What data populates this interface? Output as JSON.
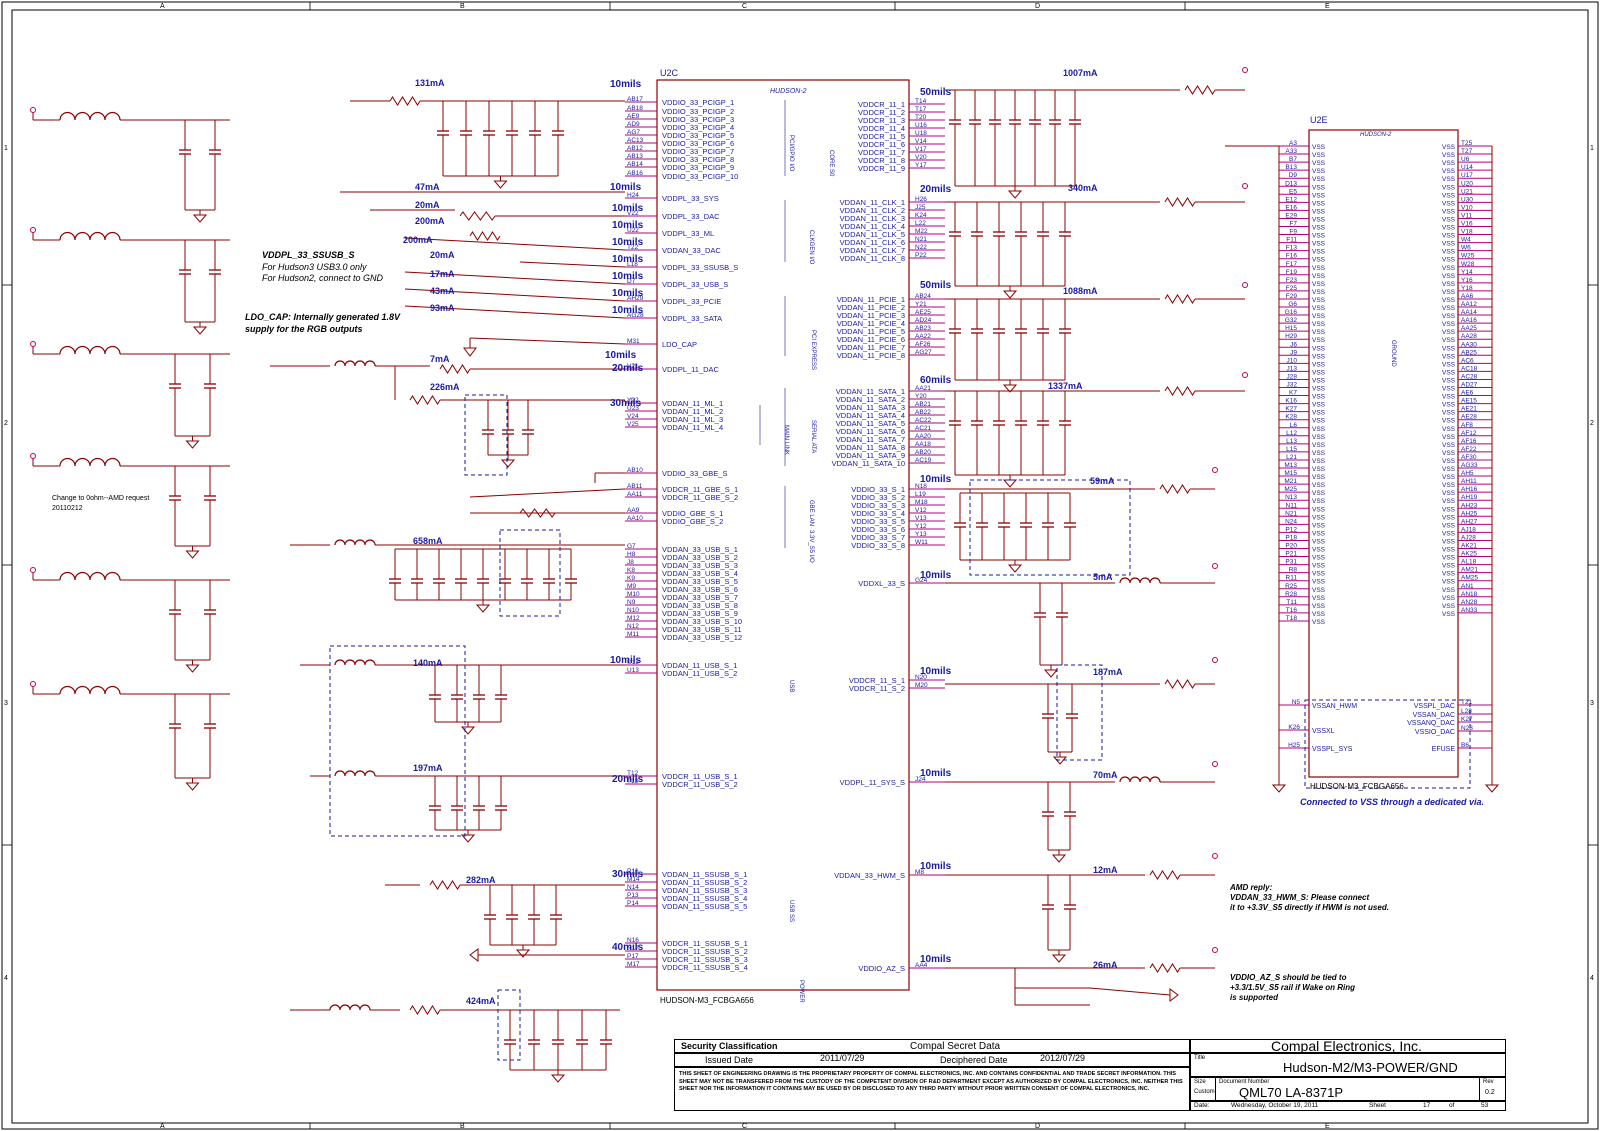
{
  "border": {
    "cols": [
      "A",
      "B",
      "C",
      "D",
      "E"
    ],
    "rows": [
      "1",
      "2",
      "3",
      "4"
    ]
  },
  "chips": {
    "u2c": {
      "ref": "U2C",
      "vendor": "HUDSON-2",
      "part": "HUDSON-M3_FCBGA656",
      "left_pins": [
        {
          "ball": "AB17",
          "name": "VDDIO_33_PCIGP_1"
        },
        {
          "ball": "AB18",
          "name": "VDDIO_33_PCIGP_2"
        },
        {
          "ball": "AE9",
          "name": "VDDIO_33_PCIGP_3"
        },
        {
          "ball": "AD9",
          "name": "VDDIO_33_PCIGP_4"
        },
        {
          "ball": "AG7",
          "name": "VDDIO_33_PCIGP_5"
        },
        {
          "ball": "AC13",
          "name": "VDDIO_33_PCIGP_6"
        },
        {
          "ball": "AB12",
          "name": "VDDIO_33_PCIGP_7"
        },
        {
          "ball": "AB13",
          "name": "VDDIO_33_PCIGP_8"
        },
        {
          "ball": "AB14",
          "name": "VDDIO_33_PCIGP_9"
        },
        {
          "ball": "AB16",
          "name": "VDDIO_33_PCIGP_10"
        },
        {
          "ball": "H24",
          "name": "VDDPL_33_SYS"
        },
        {
          "ball": "V22",
          "name": "VDDPL_33_DAC"
        },
        {
          "ball": "U22",
          "name": "VDDPL_33_ML"
        },
        {
          "ball": "T22",
          "name": "VDDAN_33_DAC"
        },
        {
          "ball": "L18",
          "name": "VDDPL_33_SSUSB_S"
        },
        {
          "ball": "D7",
          "name": "VDDPL_33_USB_S"
        },
        {
          "ball": "AH29",
          "name": "VDDPL_33_PCIE"
        },
        {
          "ball": "AG28",
          "name": "VDDPL_33_SATA"
        },
        {
          "ball": "M31",
          "name": "LDO_CAP"
        },
        {
          "ball": "V21",
          "name": "VDDPL_11_DAC"
        },
        {
          "ball": "Y22",
          "name": "VDDAN_11_ML_1"
        },
        {
          "ball": "U23",
          "name": "VDDAN_11_ML_2"
        },
        {
          "ball": "V24",
          "name": "VDDAN_11_ML_3"
        },
        {
          "ball": "V25",
          "name": "VDDAN_11_ML_4"
        },
        {
          "ball": "AB10",
          "name": "VDDIO_33_GBE_S"
        },
        {
          "ball": "AB11",
          "name": "VDDCR_11_GBE_S_1"
        },
        {
          "ball": "AA11",
          "name": "VDDCR_11_GBE_S_2"
        },
        {
          "ball": "AA9",
          "name": "VDDIO_GBE_S_1"
        },
        {
          "ball": "AA10",
          "name": "VDDIO_GBE_S_2"
        },
        {
          "ball": "G7",
          "name": "VDDAN_33_USB_S_1"
        },
        {
          "ball": "H8",
          "name": "VDDAN_33_USB_S_2"
        },
        {
          "ball": "J8",
          "name": "VDDAN_33_USB_S_3"
        },
        {
          "ball": "K8",
          "name": "VDDAN_33_USB_S_4"
        },
        {
          "ball": "K9",
          "name": "VDDAN_33_USB_S_5"
        },
        {
          "ball": "M9",
          "name": "VDDAN_33_USB_S_6"
        },
        {
          "ball": "M10",
          "name": "VDDAN_33_USB_S_7"
        },
        {
          "ball": "N9",
          "name": "VDDAN_33_USB_S_8"
        },
        {
          "ball": "N10",
          "name": "VDDAN_33_USB_S_9"
        },
        {
          "ball": "M12",
          "name": "VDDAN_33_USB_S_10"
        },
        {
          "ball": "N12",
          "name": "VDDAN_33_USB_S_11"
        },
        {
          "ball": "M11",
          "name": "VDDAN_33_USB_S_12"
        },
        {
          "ball": "U12",
          "name": "VDDAN_11_USB_S_1"
        },
        {
          "ball": "U13",
          "name": "VDDAN_11_USB_S_2"
        },
        {
          "ball": "T12",
          "name": "VDDCR_11_USB_S_1"
        },
        {
          "ball": "T13",
          "name": "VDDCR_11_USB_S_2"
        },
        {
          "ball": "P16",
          "name": "VDDAN_11_SSUSB_S_1"
        },
        {
          "ball": "M14",
          "name": "VDDAN_11_SSUSB_S_2"
        },
        {
          "ball": "N14",
          "name": "VDDAN_11_SSUSB_S_3"
        },
        {
          "ball": "P13",
          "name": "VDDAN_11_SSUSB_S_4"
        },
        {
          "ball": "P14",
          "name": "VDDAN_11_SSUSB_S_5"
        },
        {
          "ball": "N16",
          "name": "VDDCR_11_SSUSB_S_1"
        },
        {
          "ball": "N17",
          "name": "VDDCR_11_SSUSB_S_2"
        },
        {
          "ball": "P17",
          "name": "VDDCR_11_SSUSB_S_3"
        },
        {
          "ball": "M17",
          "name": "VDDCR_11_SSUSB_S_4"
        }
      ],
      "right_pins": [
        {
          "ball": "T14",
          "name": "VDDCR_11_1"
        },
        {
          "ball": "T17",
          "name": "VDDCR_11_2"
        },
        {
          "ball": "T20",
          "name": "VDDCR_11_3"
        },
        {
          "ball": "U16",
          "name": "VDDCR_11_4"
        },
        {
          "ball": "U18",
          "name": "VDDCR_11_5"
        },
        {
          "ball": "V14",
          "name": "VDDCR_11_6"
        },
        {
          "ball": "V17",
          "name": "VDDCR_11_7"
        },
        {
          "ball": "V20",
          "name": "VDDCR_11_8"
        },
        {
          "ball": "Y17",
          "name": "VDDCR_11_9"
        },
        {
          "ball": "H26",
          "name": "VDDAN_11_CLK_1"
        },
        {
          "ball": "J25",
          "name": "VDDAN_11_CLK_2"
        },
        {
          "ball": "K24",
          "name": "VDDAN_11_CLK_3"
        },
        {
          "ball": "L22",
          "name": "VDDAN_11_CLK_4"
        },
        {
          "ball": "M22",
          "name": "VDDAN_11_CLK_5"
        },
        {
          "ball": "N21",
          "name": "VDDAN_11_CLK_6"
        },
        {
          "ball": "N22",
          "name": "VDDAN_11_CLK_7"
        },
        {
          "ball": "P22",
          "name": "VDDAN_11_CLK_8"
        },
        {
          "ball": "AB24",
          "name": "VDDAN_11_PCIE_1"
        },
        {
          "ball": "Y21",
          "name": "VDDAN_11_PCIE_2"
        },
        {
          "ball": "AE25",
          "name": "VDDAN_11_PCIE_3"
        },
        {
          "ball": "AD24",
          "name": "VDDAN_11_PCIE_4"
        },
        {
          "ball": "AB23",
          "name": "VDDAN_11_PCIE_5"
        },
        {
          "ball": "AA22",
          "name": "VDDAN_11_PCIE_6"
        },
        {
          "ball": "AF26",
          "name": "VDDAN_11_PCIE_7"
        },
        {
          "ball": "AG27",
          "name": "VDDAN_11_PCIE_8"
        },
        {
          "ball": "AA21",
          "name": "VDDAN_11_SATA_1"
        },
        {
          "ball": "Y20",
          "name": "VDDAN_11_SATA_2"
        },
        {
          "ball": "AB21",
          "name": "VDDAN_11_SATA_3"
        },
        {
          "ball": "AB22",
          "name": "VDDAN_11_SATA_4"
        },
        {
          "ball": "AC22",
          "name": "VDDAN_11_SATA_5"
        },
        {
          "ball": "AC21",
          "name": "VDDAN_11_SATA_6"
        },
        {
          "ball": "AA20",
          "name": "VDDAN_11_SATA_7"
        },
        {
          "ball": "AA18",
          "name": "VDDAN_11_SATA_8"
        },
        {
          "ball": "AB20",
          "name": "VDDAN_11_SATA_9"
        },
        {
          "ball": "AC19",
          "name": "VDDAN_11_SATA_10"
        },
        {
          "ball": "N18",
          "name": "VDDIO_33_S_1"
        },
        {
          "ball": "L19",
          "name": "VDDIO_33_S_2"
        },
        {
          "ball": "M18",
          "name": "VDDIO_33_S_3"
        },
        {
          "ball": "V12",
          "name": "VDDIO_33_S_4"
        },
        {
          "ball": "V13",
          "name": "VDDIO_33_S_5"
        },
        {
          "ball": "Y12",
          "name": "VDDIO_33_S_6"
        },
        {
          "ball": "Y13",
          "name": "VDDIO_33_S_7"
        },
        {
          "ball": "W11",
          "name": "VDDIO_33_S_8"
        },
        {
          "ball": "G24",
          "name": "VDDXL_33_S"
        },
        {
          "ball": "N20",
          "name": "VDDCR_11_S_1"
        },
        {
          "ball": "M20",
          "name": "VDDCR_11_S_2"
        },
        {
          "ball": "J24",
          "name": "VDDPL_11_SYS_S"
        },
        {
          "ball": "M8",
          "name": "VDDAN_33_HWM_S"
        },
        {
          "ball": "AA4",
          "name": "VDDIO_AZ_S"
        }
      ],
      "side_labels": [
        "PCI/GPIO I/O",
        "CORE S0",
        "CLKGEN I/O",
        "PCI EXPRESS",
        "SERIAL ATA",
        "MAIN LINK",
        "GBE LAN",
        "3.3V_S5 I/O",
        "USB",
        "USB SS",
        "POWER"
      ]
    },
    "u2e": {
      "ref": "U2E",
      "vendor": "HUDSON-2",
      "part": "HUDSON-M3_FCBGA656",
      "center": "GROUND",
      "left_balls": [
        "A3",
        "A33",
        "B7",
        "B13",
        "D9",
        "D13",
        "E5",
        "E12",
        "E16",
        "E29",
        "F7",
        "F9",
        "F11",
        "F13",
        "F16",
        "F17",
        "F19",
        "F23",
        "F25",
        "F29",
        "G6",
        "G16",
        "G32",
        "H15",
        "H29",
        "J6",
        "J9",
        "J10",
        "J13",
        "J28",
        "J32",
        "K7",
        "K16",
        "K27",
        "K28",
        "L6",
        "L12",
        "L13",
        "L15",
        "L21",
        "M13",
        "M15",
        "M21",
        "M25",
        "N13",
        "N11",
        "N21",
        "N24",
        "P12",
        "P18",
        "P20",
        "P21",
        "P31",
        "R8",
        "R11",
        "R25",
        "R28",
        "T11",
        "T16",
        "T18"
      ],
      "right_balls": [
        "T25",
        "T27",
        "U6",
        "U14",
        "U17",
        "U20",
        "U21",
        "U30",
        "V10",
        "V11",
        "V16",
        "V18",
        "W4",
        "W6",
        "W25",
        "W28",
        "Y14",
        "Y16",
        "Y18",
        "AA6",
        "AA12",
        "AA14",
        "AA16",
        "AA25",
        "AA28",
        "AA30",
        "AB25",
        "AC6",
        "AC18",
        "AC28",
        "AD27",
        "AE6",
        "AE15",
        "AE21",
        "AE28",
        "AF8",
        "AF12",
        "AF16",
        "AF22",
        "AF30",
        "AG33",
        "AH5",
        "AH11",
        "AH16",
        "AH19",
        "AH23",
        "AH25",
        "AH27",
        "AJ18",
        "AJ28",
        "AK21",
        "AK25",
        "AL18",
        "AM21",
        "AM25",
        "AN1",
        "AN18",
        "AN28",
        "AN33"
      ],
      "pin_name": "VSS",
      "bottom_left": [
        {
          "ball": "N5",
          "name": "VSSAN_HWM"
        },
        {
          "ball": "K26",
          "name": "VSSXL"
        },
        {
          "ball": "H25",
          "name": "VSSPL_SYS"
        }
      ],
      "bottom_right": [
        {
          "ball": "T21",
          "name": "VSSPL_DAC"
        },
        {
          "ball": "L28",
          "name": "VSSAN_DAC"
        },
        {
          "ball": "K27",
          "name": "VSSANQ_DAC"
        },
        {
          "ball": "N28",
          "name": "VSSIO_DAC"
        },
        {
          "ball": "B6",
          "name": "EFUSE"
        }
      ],
      "note": "Connected to VSS through a dedicated via."
    }
  },
  "notes": {
    "ssusb": [
      "VDDPL_33_SSUSB_S",
      "For Hudson3 USB3.0 only",
      "For Hudson2, connect to GND"
    ],
    "ldo": [
      "LDO_CAP: Internally generated 1.8V",
      "supply for the RGB outputs"
    ],
    "amd": [
      "Change to 0ohm--AMD request",
      "20110212"
    ],
    "hwm": [
      "AMD reply:",
      "VDDAN_33_HWM_S: Please connect",
      "it to +3.3V_S5 directly if HWM is not used."
    ],
    "az": [
      "VDDIO_AZ_S should be tied to",
      "+3.3/1.5V_S5 rail if Wake on Ring",
      "is supported"
    ]
  },
  "currents": {
    "pcigp": "131mA",
    "sys": "47mA",
    "dac": "20mA",
    "ml": "200mA",
    "dac2": "20mA",
    "ssusb33": "17mA",
    "pcie33": "43mA",
    "sata33": "93mA",
    "dac11": "7mA",
    "ml11": "226mA",
    "usb33": "658mA",
    "usb11": "140mA",
    "usbcr": "197mA",
    "ss11": "282mA",
    "sscr": "424mA",
    "core": "1007mA",
    "clk": "340mA",
    "pcie11": "1088mA",
    "sata11": "1337mA",
    "io33s": "59mA",
    "xl": "5mA",
    "cr11s": "187mA",
    "pl11": "70mA",
    "hwm": "12mA",
    "az": "26mA"
  },
  "mils": [
    "10mils",
    "10mils",
    "10mils",
    "10mils",
    "10mils",
    "10mils",
    "10mils",
    "10mils",
    "10mils",
    "20mils",
    "30mils",
    "10mils",
    "10mils",
    "20mils",
    "30mils",
    "40mils",
    "50mils",
    "20mils",
    "50mils",
    "60mils",
    "10mils",
    "10mils",
    "10mils",
    "10mils",
    "10mils",
    "10mils"
  ],
  "title_block": {
    "security_label": "Security Classification",
    "security_value": "Compal Secret Data",
    "issued_label": "Issued Date",
    "issued_value": "2011/07/29",
    "deciphered_label": "Deciphered Date",
    "deciphered_value": "2012/07/29",
    "company": "Compal Electronics, Inc.",
    "title_label": "Title",
    "title": "Hudson-M2/M3-POWER/GND",
    "size_label": "Size",
    "size_value": "Custom",
    "docnum_label": "Document Number",
    "docnum": "QML70 LA-8371P",
    "rev_label": "Rev",
    "rev": "0.2",
    "date_label": "Date:",
    "date": "Wednesday, October 19, 2011",
    "sheet_label": "Sheet",
    "sheet": "17",
    "of_label": "of",
    "of": "53",
    "legal": "THIS SHEET OF ENGINEERING DRAWING IS THE PROPRIETARY PROPERTY OF COMPAL ELECTRONICS, INC. AND CONTAINS CONFIDENTIAL AND TRADE SECRET INFORMATION. THIS SHEET MAY NOT BE TRANSFERED FROM THE CUSTODY OF THE COMPETENT DIVISION OF R&D DEPARTMENT EXCEPT AS AUTHORIZED BY COMPAL ELECTRONICS, INC. NEITHER THIS SHEET NOR THE INFORMATION IT CONTAINS MAY BE USED BY OR DISCLOSED TO ANY THIRD PARTY WITHOUT PRIOR WRITTEN CONSENT OF COMPAL ELECTRONICS, INC."
  },
  "colors": {
    "wire": "#8b0000",
    "net": "#c0004a",
    "label": "#1a1aa0",
    "green": "#0a8a0a",
    "text": "#000000",
    "pin": "#b0007a"
  }
}
